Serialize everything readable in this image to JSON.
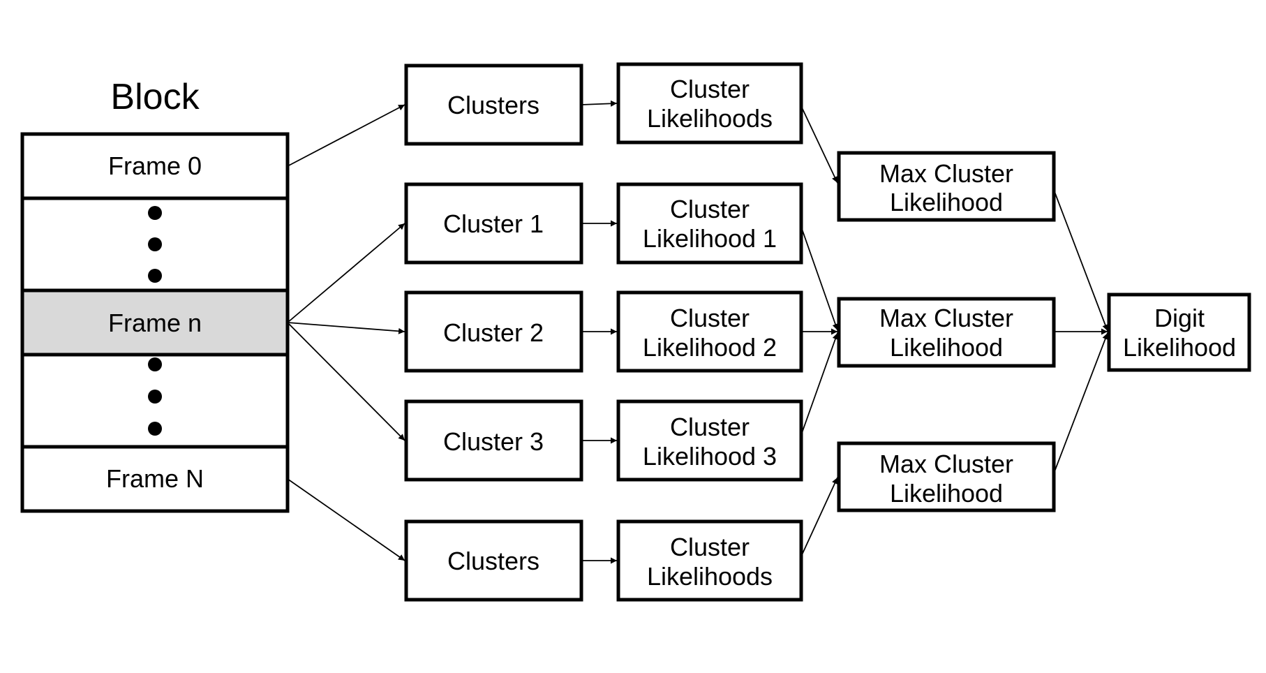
{
  "block": {
    "title": "Block",
    "frames": [
      {
        "label": "Frame 0",
        "highlighted": false
      },
      {
        "label": "",
        "dots": 3
      },
      {
        "label": "Frame n",
        "highlighted": true
      },
      {
        "label": "",
        "dots": 3
      },
      {
        "label": "Frame N",
        "highlighted": false
      }
    ],
    "highlight_color": "#d9d9d9"
  },
  "clusters": [
    {
      "label": "Clusters"
    },
    {
      "label": "Cluster 1"
    },
    {
      "label": "Cluster 2"
    },
    {
      "label": "Cluster 3"
    },
    {
      "label": "Clusters"
    }
  ],
  "cluster_likelihoods": [
    {
      "line1": "Cluster",
      "line2": "Likelihoods"
    },
    {
      "line1": "Cluster",
      "line2": "Likelihood 1"
    },
    {
      "line1": "Cluster",
      "line2": "Likelihood 2"
    },
    {
      "line1": "Cluster",
      "line2": "Likelihood 3"
    },
    {
      "line1": "Cluster",
      "line2": "Likelihoods"
    }
  ],
  "max_cluster_likelihoods": [
    {
      "line1": "Max Cluster",
      "line2": "Likelihood"
    },
    {
      "line1": "Max Cluster",
      "line2": "Likelihood"
    },
    {
      "line1": "Max Cluster",
      "line2": "Likelihood"
    }
  ],
  "digit_likelihood": {
    "line1": "Digit",
    "line2": "Likelihood"
  }
}
